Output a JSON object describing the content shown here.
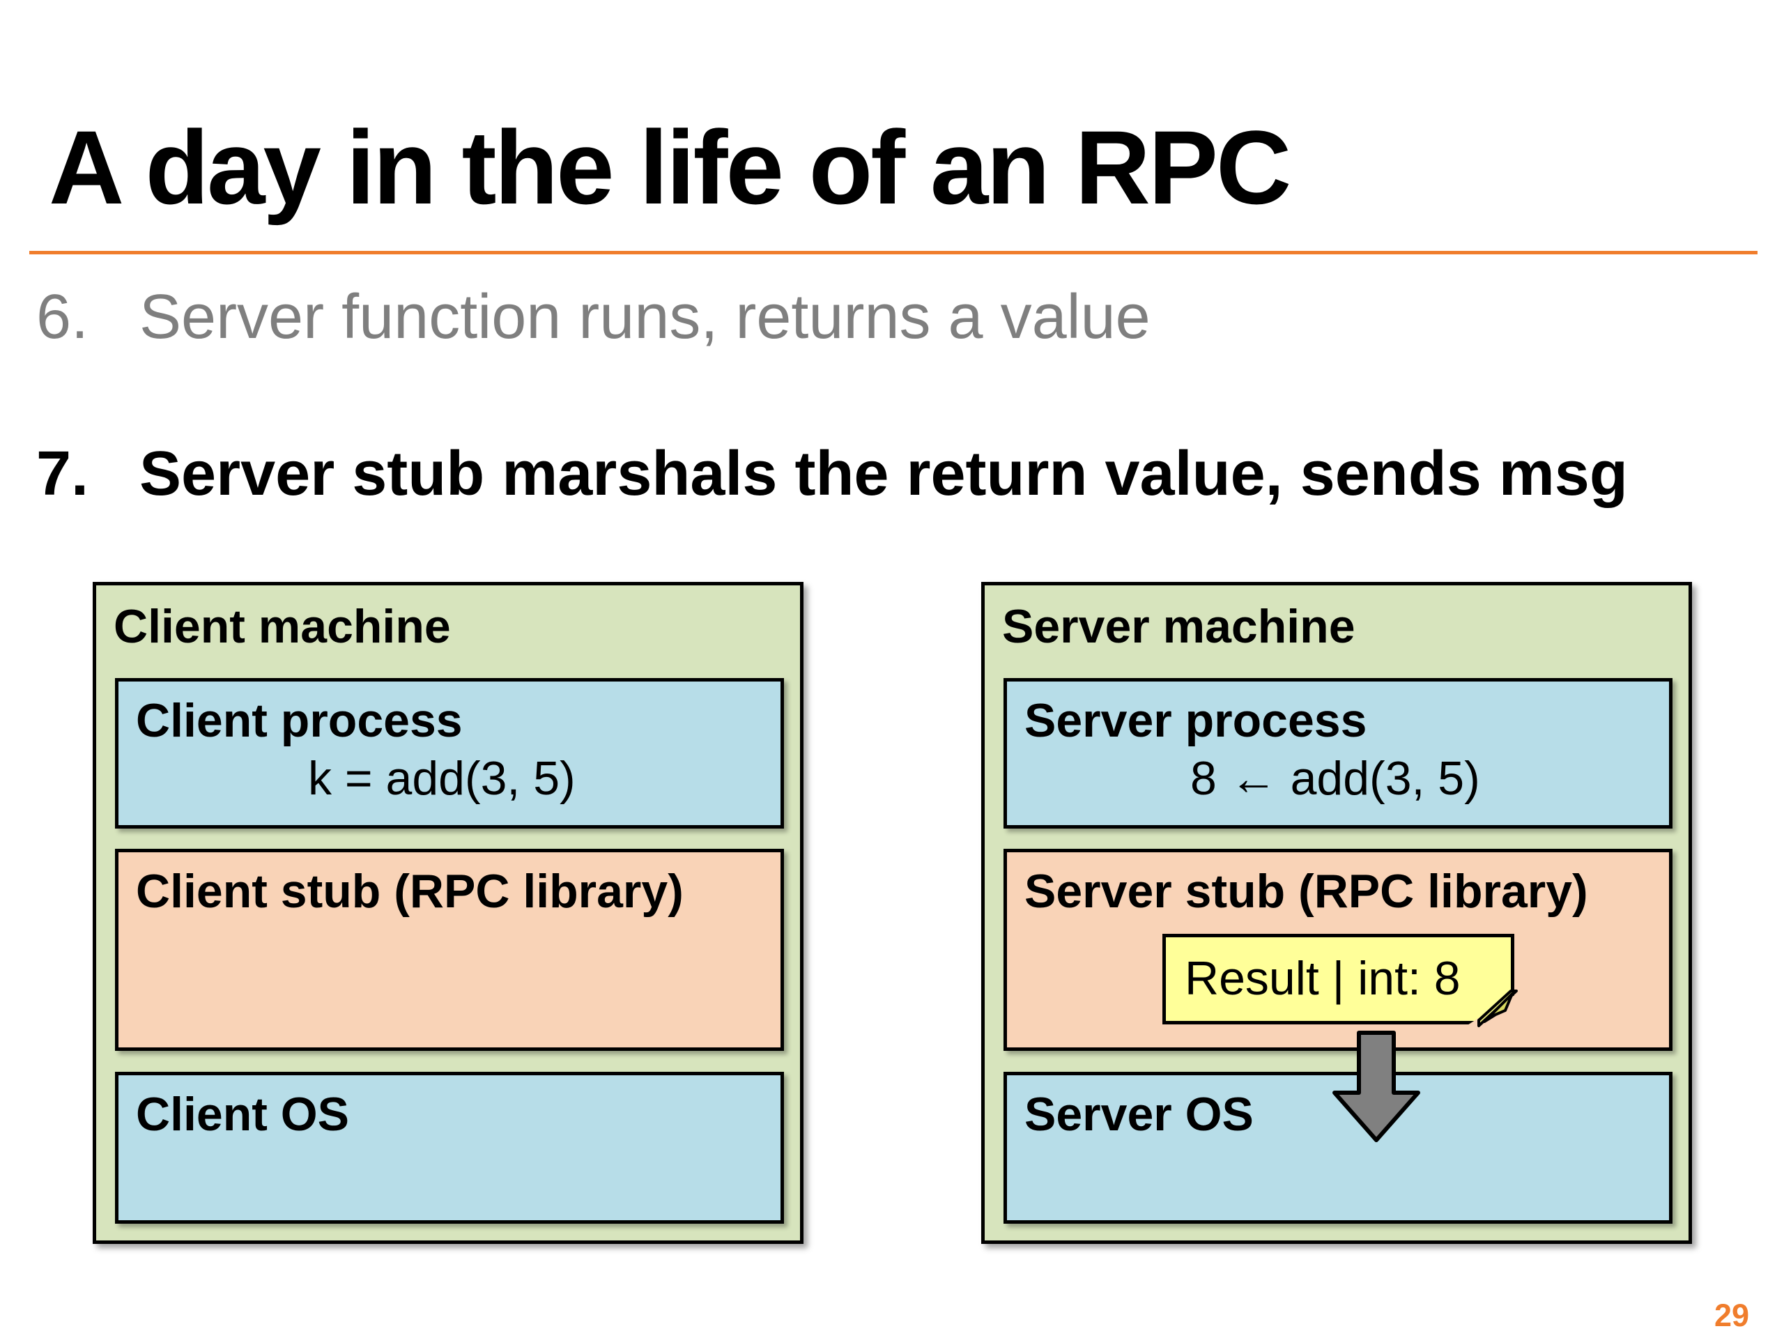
{
  "title": "A day in the life of an RPC",
  "steps": [
    {
      "number": "6.",
      "text": "Server function runs, returns a value"
    },
    {
      "number": "7.",
      "text": "Server stub marshals the return value, sends msg"
    }
  ],
  "client": {
    "label": "Client machine",
    "process_label": "Client process",
    "process_code": "k = add(3, 5)",
    "stub_label": "Client stub (RPC library)",
    "os_label": "Client OS"
  },
  "server": {
    "label": "Server machine",
    "process_label": "Server process",
    "process_code": "8 ← add(3, 5)",
    "stub_label": "Server stub (RPC library)",
    "os_label": "Server OS",
    "message": "Result | int: 8"
  },
  "page_number": "29",
  "colors": {
    "accent": "#f07d2c",
    "machine_bg": "#d7e4bd",
    "layer_blue": "#b7dde8",
    "layer_peach": "#f9d3b7",
    "note_yellow": "#ffff99",
    "arrow_gray": "#808080"
  },
  "icons": {
    "message_arrow": "down-arrow-icon"
  }
}
